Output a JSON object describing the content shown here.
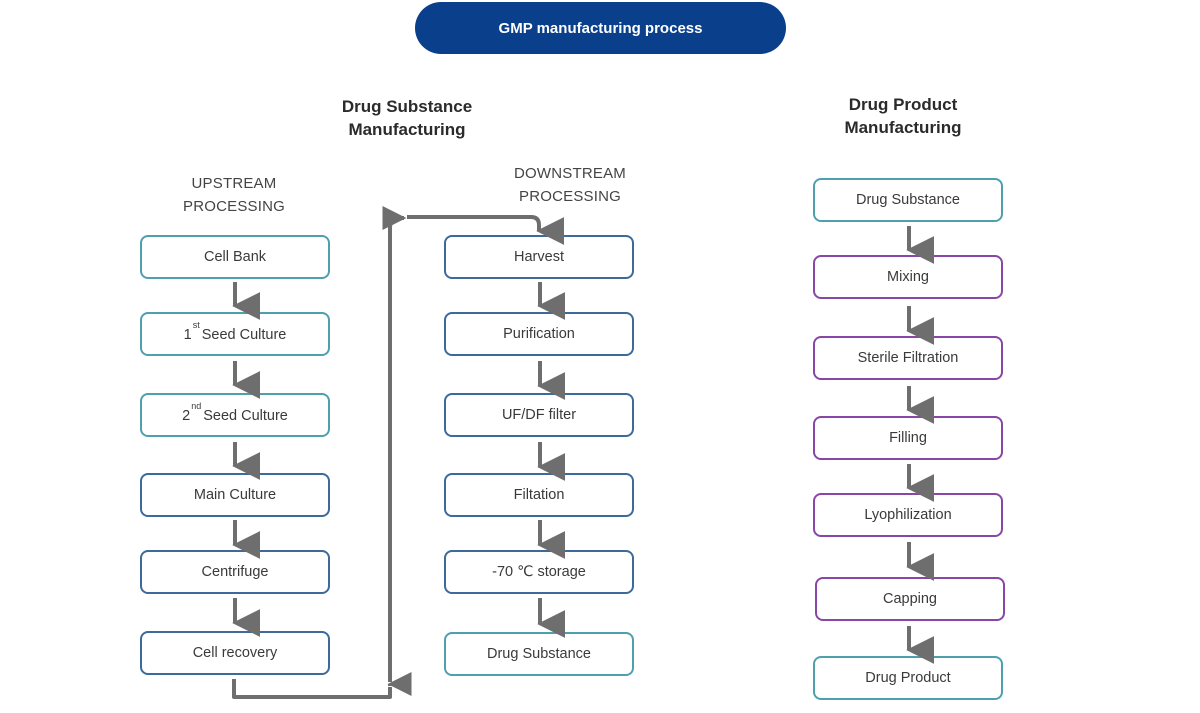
{
  "title": "GMP manufacturing process",
  "sections": {
    "drug_substance": [
      "Drug Substance",
      "Manufacturing"
    ],
    "drug_product": [
      "Drug Product",
      "Manufacturing"
    ]
  },
  "upstream": {
    "heading": [
      "UPSTREAM",
      "PROCESSING"
    ],
    "steps": [
      {
        "label": "Cell Bank"
      },
      {
        "pre": "1",
        "sup": "st",
        "post": "Seed Culture"
      },
      {
        "pre": "2",
        "sup": "nd",
        "post": "Seed Culture"
      },
      {
        "label": "Main Culture"
      },
      {
        "label": "Centrifuge"
      },
      {
        "label": "Cell recovery"
      }
    ]
  },
  "downstream": {
    "heading": [
      "DOWNSTREAM",
      "PROCESSING"
    ],
    "steps": [
      {
        "label": "Harvest"
      },
      {
        "label": "Purification"
      },
      {
        "label": "UF/DF filter"
      },
      {
        "label": "Filtation"
      },
      {
        "label": "-70 ℃ storage"
      },
      {
        "label": "Drug Substance"
      }
    ]
  },
  "product": {
    "steps": [
      {
        "label": "Drug Substance"
      },
      {
        "label": "Mixing"
      },
      {
        "label": "Sterile Filtration"
      },
      {
        "label": "Filling"
      },
      {
        "label": "Lyophilization"
      },
      {
        "label": "Capping"
      },
      {
        "label": "Drug Product"
      }
    ]
  },
  "colors": {
    "header_pill": "#0a3f8c",
    "teal_border": "#4fa0ad",
    "blue_border": "#3b6a9b",
    "purple_border": "#8a46a6",
    "arrow": "#6e6e6e"
  }
}
